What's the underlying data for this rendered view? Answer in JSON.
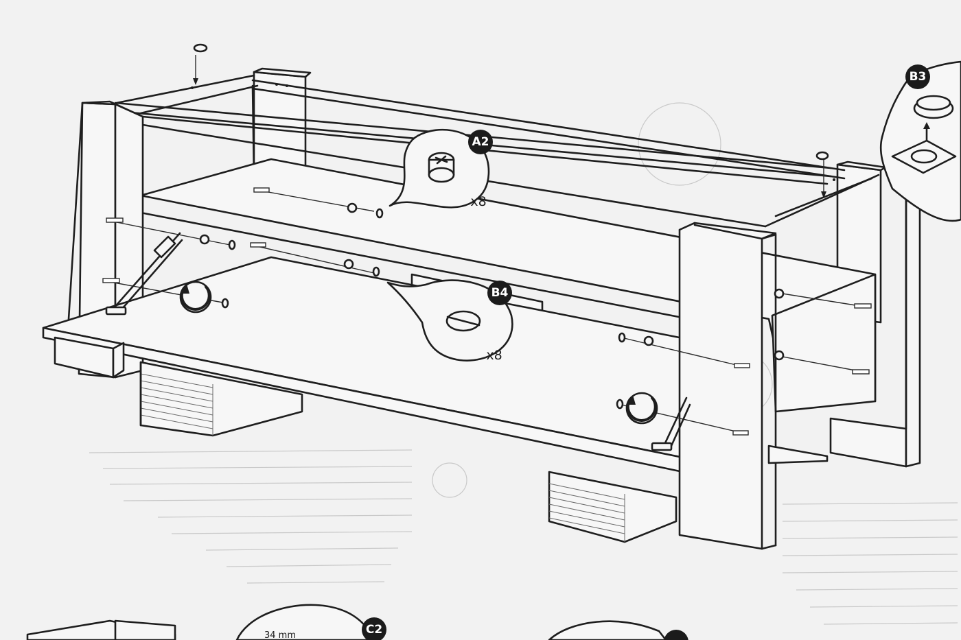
{
  "callouts": {
    "a2": {
      "label": "A2",
      "quantity": "x8"
    },
    "b4": {
      "label": "B4",
      "quantity": "x8"
    },
    "b3": {
      "label": "B3"
    },
    "c2": {
      "label": "C2",
      "dimension": "34 mm"
    }
  }
}
